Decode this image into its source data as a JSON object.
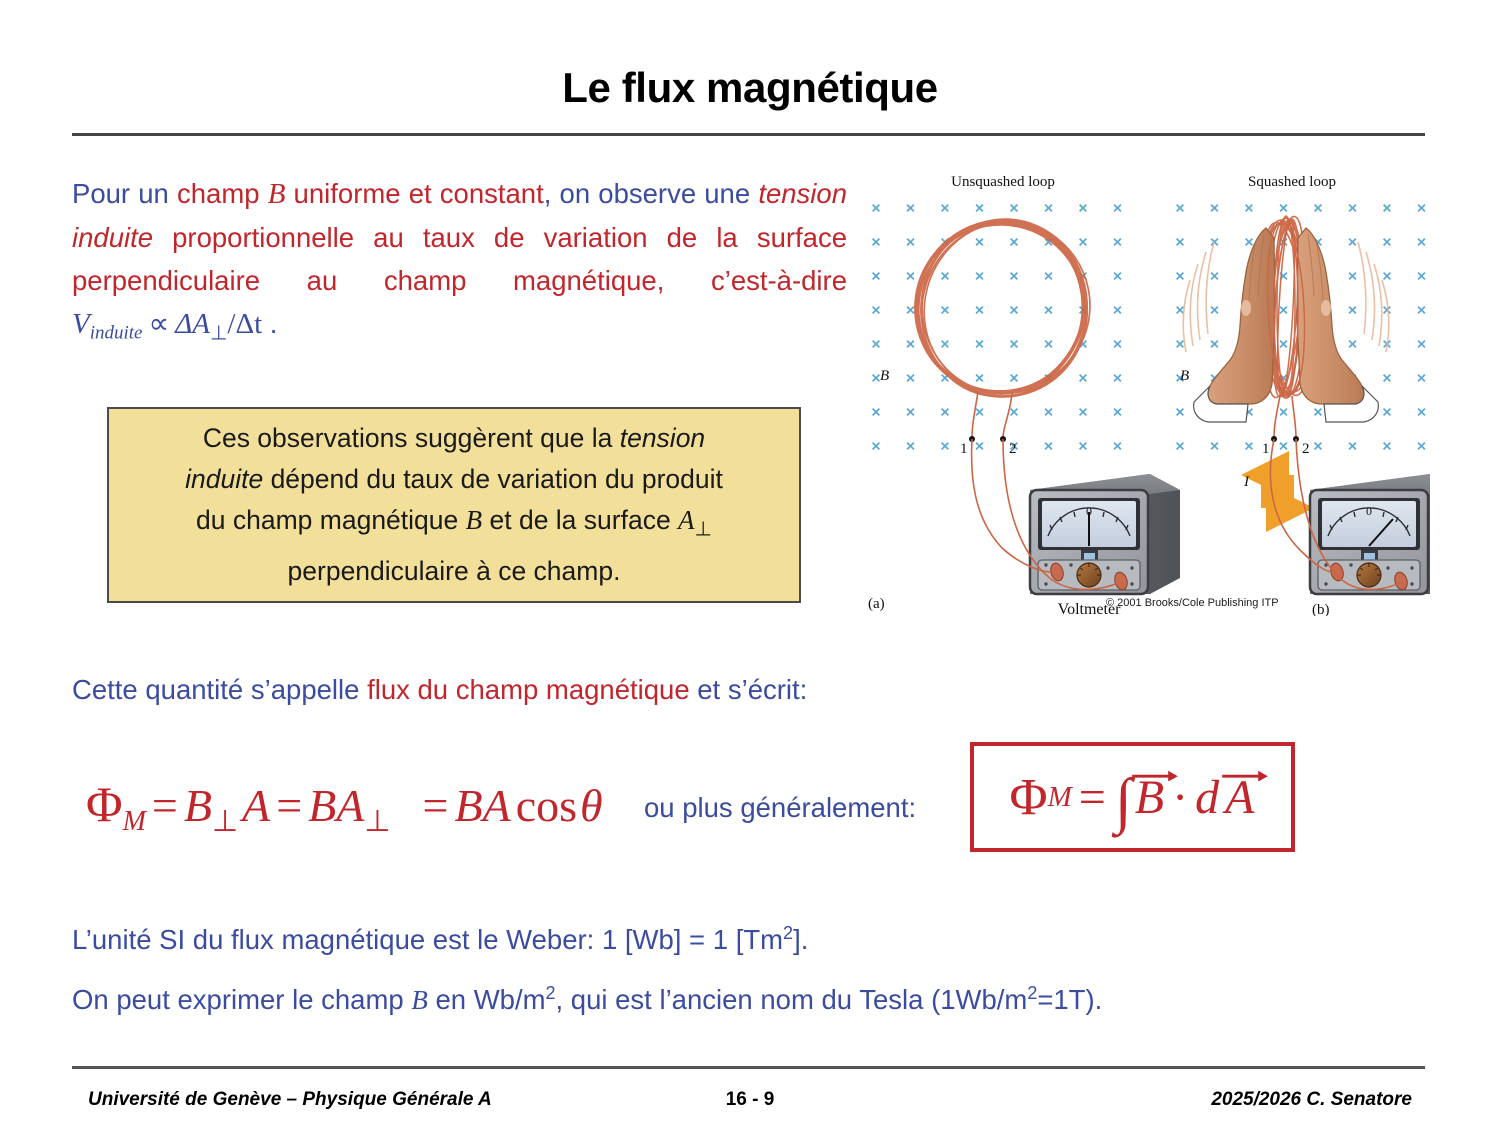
{
  "slide": {
    "title": "Le flux magnétique",
    "colors": {
      "blue_text": "#3B4CA0",
      "red_text": "#C0262B",
      "callout_bg": "#F2DF9A",
      "callout_border": "#4A4A4A",
      "rule": "#444444",
      "field_mark": "#5BA8D4",
      "wire": "#CC6644",
      "current_arrow": "#F0A02A"
    }
  },
  "intro": {
    "seg1": "Pour un ",
    "seg2": "champ ",
    "seg2_var": "B",
    "seg3": " uniforme et constant",
    "seg4": ", on observe une ",
    "seg5": "tension induite",
    "seg6": " proportionnelle au taux de variation de la surface perpendiculaire au champ magnétique, c’est-à-dire ",
    "formula_v": "V",
    "formula_sub": "induite",
    "formula_prop": "∝",
    "formula_delta_a": "ΔA",
    "formula_perp": "⊥",
    "formula_dt": "/Δt",
    "formula_end": " ."
  },
  "callout": {
    "line1_a": "Ces observations suggèrent que la ",
    "line1_b": "tension",
    "line2_a": "induite",
    "line2_b": " dépend du taux de variation du produit",
    "line3_a": "du champ magnétique ",
    "line3_var": "B",
    "line3_b": " et de la surface ",
    "line3_var2": "A",
    "line3_perp": "⊥",
    "line4": "perpendiculaire à ce champ."
  },
  "figure": {
    "caption_left": "Unsquashed loop",
    "caption_right": "Squashed loop",
    "field_label_left": "B",
    "field_label_right": "B",
    "terminal_1_left": "1",
    "terminal_2_left": "2",
    "terminal_1_right": "1",
    "terminal_2_right": "2",
    "current_label": "I",
    "meter_label": "Voltmeter",
    "meter_zero": "0",
    "panel_a": "(a)",
    "panel_b": "(b)",
    "copyright": "© 2001 Brooks/Cole Publishing ITP"
  },
  "flux_name": {
    "pre": "Cette quantité s’appelle ",
    "highlight": "flux du champ magnétique",
    "post": " et s’écrit:"
  },
  "main_equation": {
    "phi": "Φ",
    "phi_sub": "M",
    "eq1": "=",
    "b1": "B",
    "perp1": "⊥",
    "a1": "A",
    "eq2": "=",
    "b2": "B",
    "a2": "A",
    "perp2": "⊥",
    "eq3": "=",
    "b3": "B",
    "a3": "A",
    "cos": "cos",
    "theta": "θ"
  },
  "general_label": "ou plus généralement:",
  "integral_equation": {
    "phi": "Φ",
    "phi_sub": "M",
    "eq": "=",
    "integral": "∫",
    "b_vec": "B",
    "dot": "·",
    "d": "d",
    "a_vec": "A"
  },
  "bottom": {
    "si_unit_pre": "L’unité SI du flux magnétique est le Weber: 1 [Wb] = 1 [Tm",
    "si_unit_sup": "2",
    "si_unit_post": "].",
    "tesla_pre": "On peut exprimer le champ ",
    "tesla_var": "B",
    "tesla_mid": " en Wb/m",
    "tesla_sup1": "2",
    "tesla_mid2": ", qui est l’ancien nom du Tesla (1Wb/m",
    "tesla_sup2": "2",
    "tesla_post": "=1T)."
  },
  "footer": {
    "left": "Université de Genève – Physique Générale A",
    "center": "16 - 9",
    "right": "2025/2026  C. Senatore"
  }
}
